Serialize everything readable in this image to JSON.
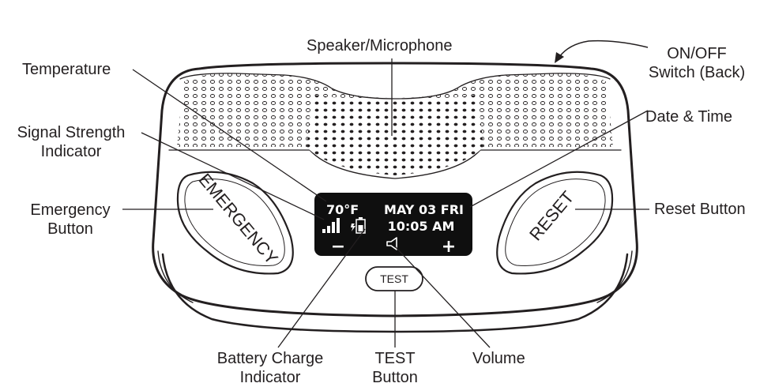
{
  "labels": {
    "speaker_microphone": "Speaker/Microphone",
    "on_off_switch": "ON/OFF",
    "on_off_switch_2": "Switch (Back)",
    "temperature": "Temperature",
    "signal_strength": "Signal Strength",
    "signal_strength_2": "Indicator",
    "date_time": "Date & Time",
    "emergency_button": "Emergency",
    "emergency_button_2": "Button",
    "reset_button": "Reset Button",
    "battery_charge": "Battery Charge",
    "battery_charge_2": "Indicator",
    "test_button": "TEST",
    "test_button_2": "Button",
    "volume": "Volume"
  },
  "device": {
    "emergency_key": "EMERGENCY",
    "reset_key": "RESET",
    "test_key": "TEST",
    "display": {
      "temperature": "70°F",
      "date": "MAY 03 FRI",
      "time": "10:05 AM",
      "volume_down": "−",
      "volume_up": "+"
    }
  }
}
